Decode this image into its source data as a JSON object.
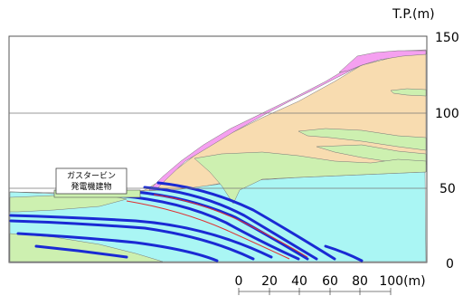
{
  "elevation_axis": {
    "unit_label": "T.P.(m)",
    "ticks": [
      "150",
      "100",
      "50",
      "0"
    ]
  },
  "callout": {
    "line1": "ガスタービン",
    "line2": "発電機建物"
  },
  "scale_bar": {
    "ticks": [
      "0",
      "20",
      "40",
      "60",
      "80",
      "100(m)"
    ]
  },
  "colors": {
    "upper_soil": "#f8dcb0",
    "surface_layer": "#f5a0f0",
    "green_layer": "#cdf0b0",
    "lower_rock": "#aaf6f4",
    "seam_lines": "#1a2ad4",
    "red_seams": "#e03030"
  }
}
